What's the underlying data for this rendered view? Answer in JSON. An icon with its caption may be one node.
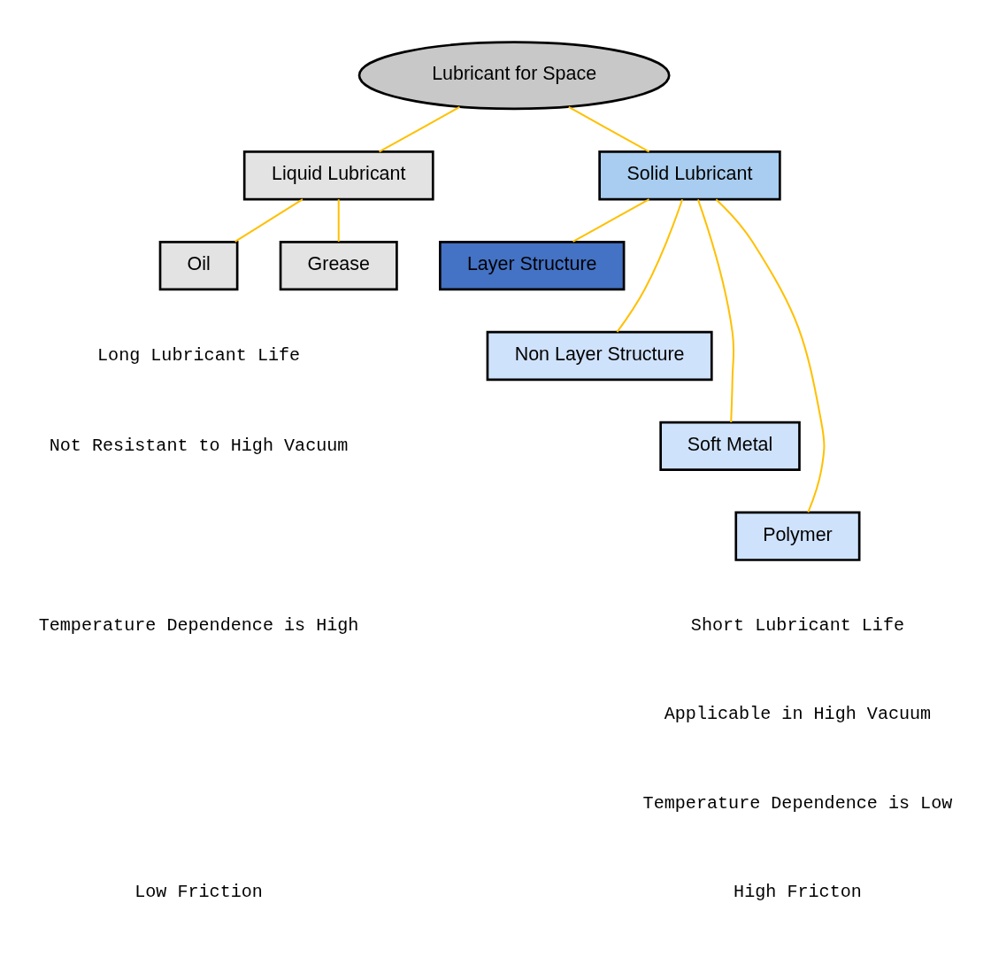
{
  "diagram": {
    "nodes": [
      {
        "text": [
          "Lubricant for Space"
        ]
      },
      {
        "text": [
          "Liquid Lubricant"
        ]
      },
      {
        "text": [
          "Solid Lubricant"
        ]
      },
      {
        "text": [
          "Oil"
        ]
      },
      {
        "text": [
          "Grease"
        ]
      },
      {
        "text": [
          "Layer Structure"
        ]
      },
      {
        "text": [
          "Non Layer Structure"
        ]
      },
      {
        "text": [
          "Soft Metal"
        ]
      },
      {
        "text": [
          "Polymer"
        ]
      }
    ],
    "edges": [
      {
        "from": 0,
        "to": 1,
        "arrow": "none"
      },
      {
        "from": 0,
        "to": 2,
        "arrow": "none"
      },
      {
        "from": 1,
        "to": 3,
        "arrow": "none"
      },
      {
        "from": 1,
        "to": 4,
        "arrow": "none"
      },
      {
        "from": 2,
        "to": 5,
        "arrow": "none"
      },
      {
        "from": 2,
        "to": 6,
        "arrow": "none"
      },
      {
        "from": 2,
        "to": 7,
        "arrow": "none"
      },
      {
        "from": 2,
        "to": 8,
        "arrow": "none"
      }
    ],
    "labels": [
      "Long Lubricant Life",
      "Not Resistant to High Vacuum",
      "Temperature Dependence is High",
      "Short Lubricant Life",
      "Applicable in High Vacuum",
      "Temperature Dependence is Low",
      "Low Friction",
      "High Fricton"
    ]
  }
}
